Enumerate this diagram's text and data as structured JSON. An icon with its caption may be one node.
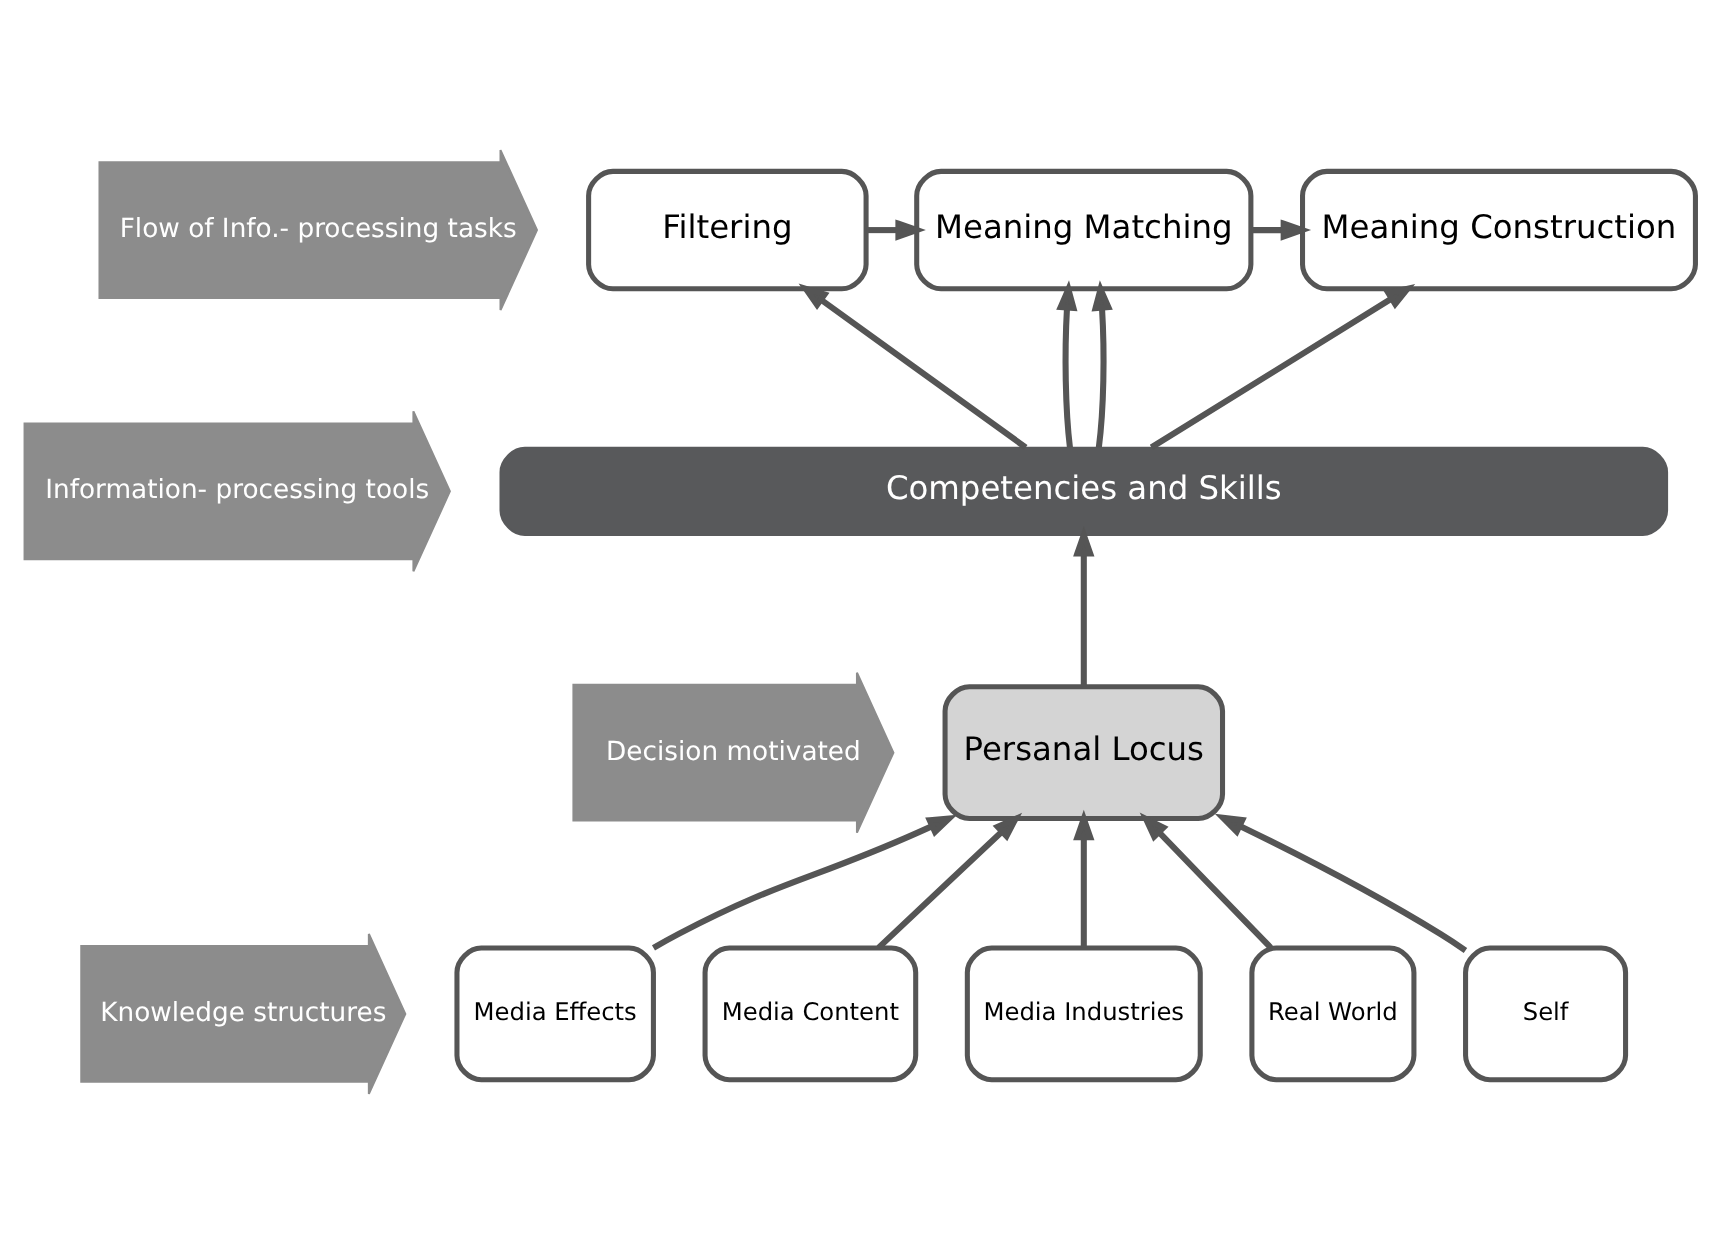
{
  "diagram": {
    "nodes": [
      {
        "text": [
          "Flow of Info.- processing tasks"
        ]
      },
      {
        "text": [
          "Information- processing tools"
        ]
      },
      {
        "text": [
          "Decision motivated"
        ]
      },
      {
        "text": [
          "Knowledge structures"
        ]
      },
      {
        "text": [
          "Filtering"
        ]
      },
      {
        "text": [
          "Meaning Matching"
        ]
      },
      {
        "text": [
          "Meaning Construction"
        ]
      },
      {
        "text": [
          "Competencies and Skills"
        ]
      },
      {
        "text": [
          "Persanal Locus"
        ]
      },
      {
        "text": [
          "Media Effects"
        ]
      },
      {
        "text": [
          "Media Content"
        ]
      },
      {
        "text": [
          "Media Industries"
        ]
      },
      {
        "text": [
          "Real World"
        ]
      },
      {
        "text": [
          "Self"
        ]
      }
    ],
    "edges": [
      {
        "from": 4,
        "to": 5,
        "arrow": "to"
      },
      {
        "from": 5,
        "to": 6,
        "arrow": "to"
      },
      {
        "from": 7,
        "to": 4,
        "arrow": "to"
      },
      {
        "from": 7,
        "to": 5,
        "arrow": "to"
      },
      {
        "from": 7,
        "to": 5,
        "arrow": "to"
      },
      {
        "from": 7,
        "to": 6,
        "arrow": "to"
      },
      {
        "from": 8,
        "to": 7,
        "arrow": "to"
      },
      {
        "from": 9,
        "to": 8,
        "arrow": "to"
      },
      {
        "from": 10,
        "to": 8,
        "arrow": "to"
      },
      {
        "from": 11,
        "to": 8,
        "arrow": "to"
      },
      {
        "from": 12,
        "to": 8,
        "arrow": "to"
      },
      {
        "from": 13,
        "to": 8,
        "arrow": "to"
      }
    ]
  }
}
